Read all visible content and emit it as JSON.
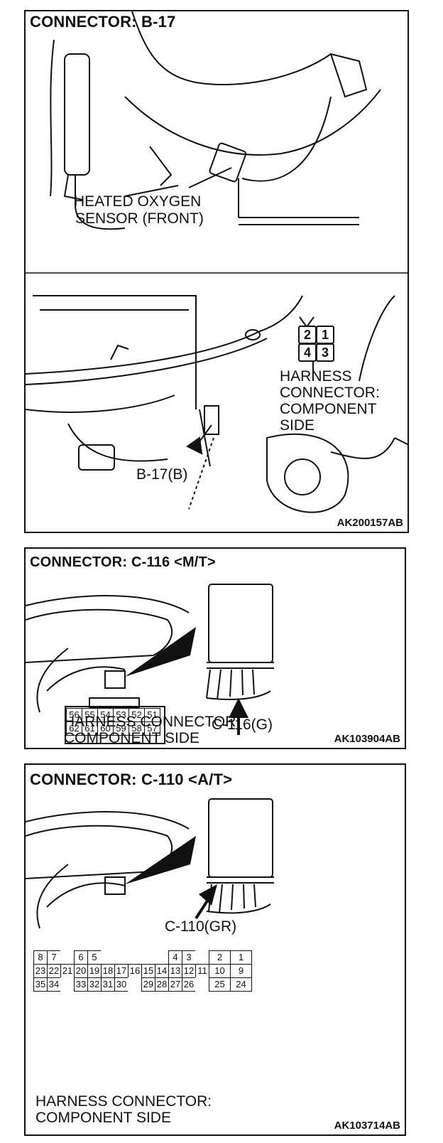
{
  "panels": [
    {
      "title": "CONNECTOR: B-17",
      "labels": {
        "sensor_line1": "HEATED OXYGEN",
        "sensor_line2": "SENSOR (FRONT)",
        "harness_line1": "HARNESS",
        "harness_line2": "CONNECTOR:",
        "harness_line3": "COMPONENT",
        "harness_line4": "SIDE",
        "callout": "B-17(B)"
      },
      "pins": [
        "2",
        "1",
        "4",
        "3"
      ],
      "code": "AK200157AB"
    },
    {
      "title": "CONNECTOR: C-116 <M/T>",
      "labels": {
        "callout": "C-116(G)",
        "harness_line1": "HARNESS CONNECTOR:",
        "harness_line2": "COMPONENT SIDE"
      },
      "pins_row1": [
        "56",
        "55",
        "54",
        "53",
        "52",
        "51"
      ],
      "pins_row2": [
        "62",
        "61",
        "60",
        "59",
        "58",
        "57"
      ],
      "code": "AK103904AB"
    },
    {
      "title": "CONNECTOR: C-110 <A/T>",
      "labels": {
        "callout": "C-110(GR)",
        "harness_line1": "HARNESS CONNECTOR:",
        "harness_line2": "COMPONENT SIDE"
      },
      "pins_row1": [
        "8",
        "7",
        "",
        "6",
        "5",
        "",
        "",
        "",
        "",
        "",
        "4",
        "3",
        "",
        "2",
        "1"
      ],
      "pins_row2": [
        "23",
        "22",
        "21",
        "20",
        "19",
        "18",
        "17",
        "16",
        "15",
        "14",
        "13",
        "12",
        "11",
        "10",
        "9"
      ],
      "pins_row3": [
        "35",
        "34",
        "",
        "33",
        "32",
        "31",
        "30",
        "",
        "29",
        "28",
        "27",
        "26",
        "",
        "25",
        "24"
      ],
      "code": "AK103714AB"
    }
  ]
}
